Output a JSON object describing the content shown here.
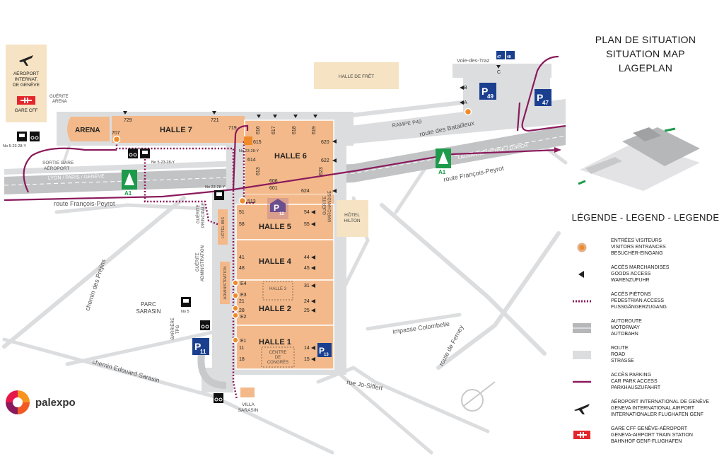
{
  "title": {
    "line1": "PLAN DE SITUATION",
    "line2": "SITUATION MAP",
    "line3": "LAGEPLAN"
  },
  "legend": {
    "title": "LÉGENDE - LEGEND - LEGENDE",
    "items": [
      {
        "id": "visitors",
        "lines": [
          "ENTRÉES VISITEURS",
          "VISITORS ENTRANCES",
          "BESUCHER-EINGANG"
        ],
        "symbol": "orange-circle-icon"
      },
      {
        "id": "goods",
        "lines": [
          "ACCÈS MARCHANDISES",
          "GOODS ACCESS",
          "WARENZUFUHR"
        ],
        "symbol": "triangle-left-icon"
      },
      {
        "id": "pedestrian",
        "lines": [
          "ACCÈS PIÉTONS",
          "PEDESTRIAN ACCESS",
          "FUSSGÄNGERZUGANG"
        ],
        "symbol": "dotted-line-icon"
      },
      {
        "id": "motorway",
        "lines": [
          "AUTOROUTE",
          "MOTORWAY",
          "AUTOBAHN"
        ],
        "symbol": "motorway-icon"
      },
      {
        "id": "road",
        "lines": [
          "ROUTE",
          "ROAD",
          "STRASSE"
        ],
        "symbol": "road-icon"
      },
      {
        "id": "parking",
        "lines": [
          "ACCÈS PARKING",
          "CAR PARK ACCESS",
          "PARKHAUSZUFAHRT"
        ],
        "symbol": "purple-line-icon"
      },
      {
        "id": "airport",
        "lines": [
          "AÉROPORT INTERNATIONAL DE GENÈVE",
          "GENEVA INTERNATIONAL AIRPORT",
          "INTERNATIONALER FLUGHAFEN GENF"
        ],
        "symbol": "airplane-icon"
      },
      {
        "id": "train",
        "lines": [
          "GARE CFF GENÈVE-AÉROPORT",
          "GENEVA-AIRPORT TRAIN STATION",
          "BAHNHOF GENF-FLUGHAFEN"
        ],
        "symbol": "sbb-icon"
      }
    ]
  },
  "airport_box": {
    "line1": "AÉROPORT",
    "line2": "INTERNAT.",
    "line3": "DE GENÈVE",
    "train": "GARE CFF"
  },
  "logo": {
    "text": "palexpo"
  },
  "colors": {
    "hall": "#f3b98a",
    "hall_border": "#ffffff",
    "road": "#d9dadb",
    "motorway": "#c2c3c5",
    "purple": "#8a1a5c",
    "parking_blue": "#1b3f8f",
    "green": "#1d9b4b",
    "beige": "#f6e3c4",
    "entrance": "#ef8a2a"
  },
  "map": {
    "halls": {
      "arena": "ARENA",
      "h7": "HALLE 7",
      "h6": "HALLE 6",
      "h5": "HALLE 5",
      "h4": "HALLE 4",
      "h2": "HALLE 2",
      "h1": "HALLE 1",
      "h3": "HALLE 3",
      "centre1": "CENTRE",
      "centre2": "DE",
      "centre3": "CONGRÈS"
    },
    "buildings": {
      "fret": "HALLE DE FRÊT",
      "hilton1": "HÔTEL",
      "hilton2": "HILTON",
      "ibis": "HÔTEL IBIS",
      "admin": "ADMINISTRATION",
      "villa1": "VILLA",
      "villa2": "SARASIN",
      "parc1": "PARC",
      "parc2": "SARASIN"
    },
    "gates": {
      "arena1": "GUÉRITE",
      "arena2": "ARENA",
      "principal1": "GUÉRITE",
      "principal2": "PRINCIPALE",
      "admin1": "GUÉRITE",
      "admin2": "ADMINISTRATION",
      "march1": "GUÉRITE",
      "march2": "MARCHANDISE",
      "barr1": "BARRIÈRE",
      "barr2": "TPG"
    },
    "roads": {
      "rampe": "RAMPE P49",
      "batailleux": "route des Batailleux",
      "lausanne": "LAUSANNE / BERNE / ZURICH",
      "lyon": "LYON / PARIS / GENÈVE",
      "peyrot_left": "route François-Peyrot",
      "peyrot_right": "route François-Peyrot",
      "prejins": "chemin des Préjins",
      "sarasin": "chemin Edouard Sarasin",
      "colombelle": "impasse Colombelle",
      "siffert": "rue Jo-Siffert",
      "ferney": "route de Ferney",
      "traz": "Voie-des-Traz",
      "sortie1": "SORTIE GARE",
      "sortie2": "AÉROPORT"
    },
    "parkings": {
      "p49": "49",
      "p47": "47",
      "p12": "12",
      "p11": "11",
      "p13": "13",
      "p": "P",
      "p47s": "47",
      "p48s": "48"
    },
    "motorway_sign": "A1",
    "bus_labels": {
      "b1": "No 5-23-28-Y",
      "b2": "No 5-23-28-Y",
      "b3": "No 23-28-Y",
      "b4": "No 23-28-Y",
      "b5": "No 5"
    },
    "doors": {
      "d729": "729",
      "d721": "721",
      "d719": "719",
      "d707": "707",
      "d616": "616",
      "d617": "617",
      "d618": "618",
      "d619": "619",
      "d620": "620",
      "d615": "615",
      "d614": "614",
      "d622": "622",
      "d613": "613",
      "d623": "623",
      "d606": "606",
      "d601": "601",
      "d624": "624",
      "d513": "513",
      "d51": "51",
      "d58": "58",
      "d54": "54",
      "d55": "55",
      "d41": "41",
      "d48": "48",
      "d44": "44",
      "d45": "45",
      "de4": "E4",
      "de3": "E3",
      "d21": "21",
      "d28": "28",
      "de2": "E2",
      "d31": "31",
      "d24": "24",
      "d25": "25",
      "de1": "E1",
      "d11": "11",
      "d18": "18",
      "d14": "14",
      "d15": "15",
      "la": "A",
      "lb": "B",
      "lc": "C"
    }
  }
}
